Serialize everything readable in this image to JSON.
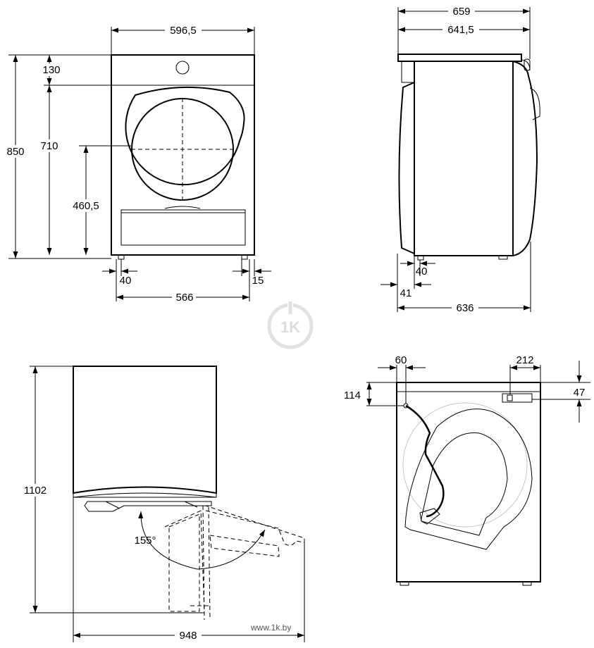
{
  "dims": {
    "front_width": "596,5",
    "front_top_panel": "130",
    "front_total_height": "850",
    "front_door_height": "710",
    "front_door_center": "460,5",
    "front_foot_offset": "40",
    "front_foot_span": "566",
    "front_right_foot_offset": "15",
    "side_total_depth": "659",
    "side_top_depth": "641,5",
    "side_foot_offset": "40",
    "side_rear_offset": "41",
    "side_body_depth": "636",
    "open_height": "1102",
    "open_angle": "155°",
    "open_depth": "948",
    "back_hose_offset": "60",
    "back_top_to_hose": "114",
    "back_bracket_width": "212",
    "back_bracket_height": "47"
  },
  "watermark": {
    "text": "www.1k.by",
    "logo": "1K"
  }
}
